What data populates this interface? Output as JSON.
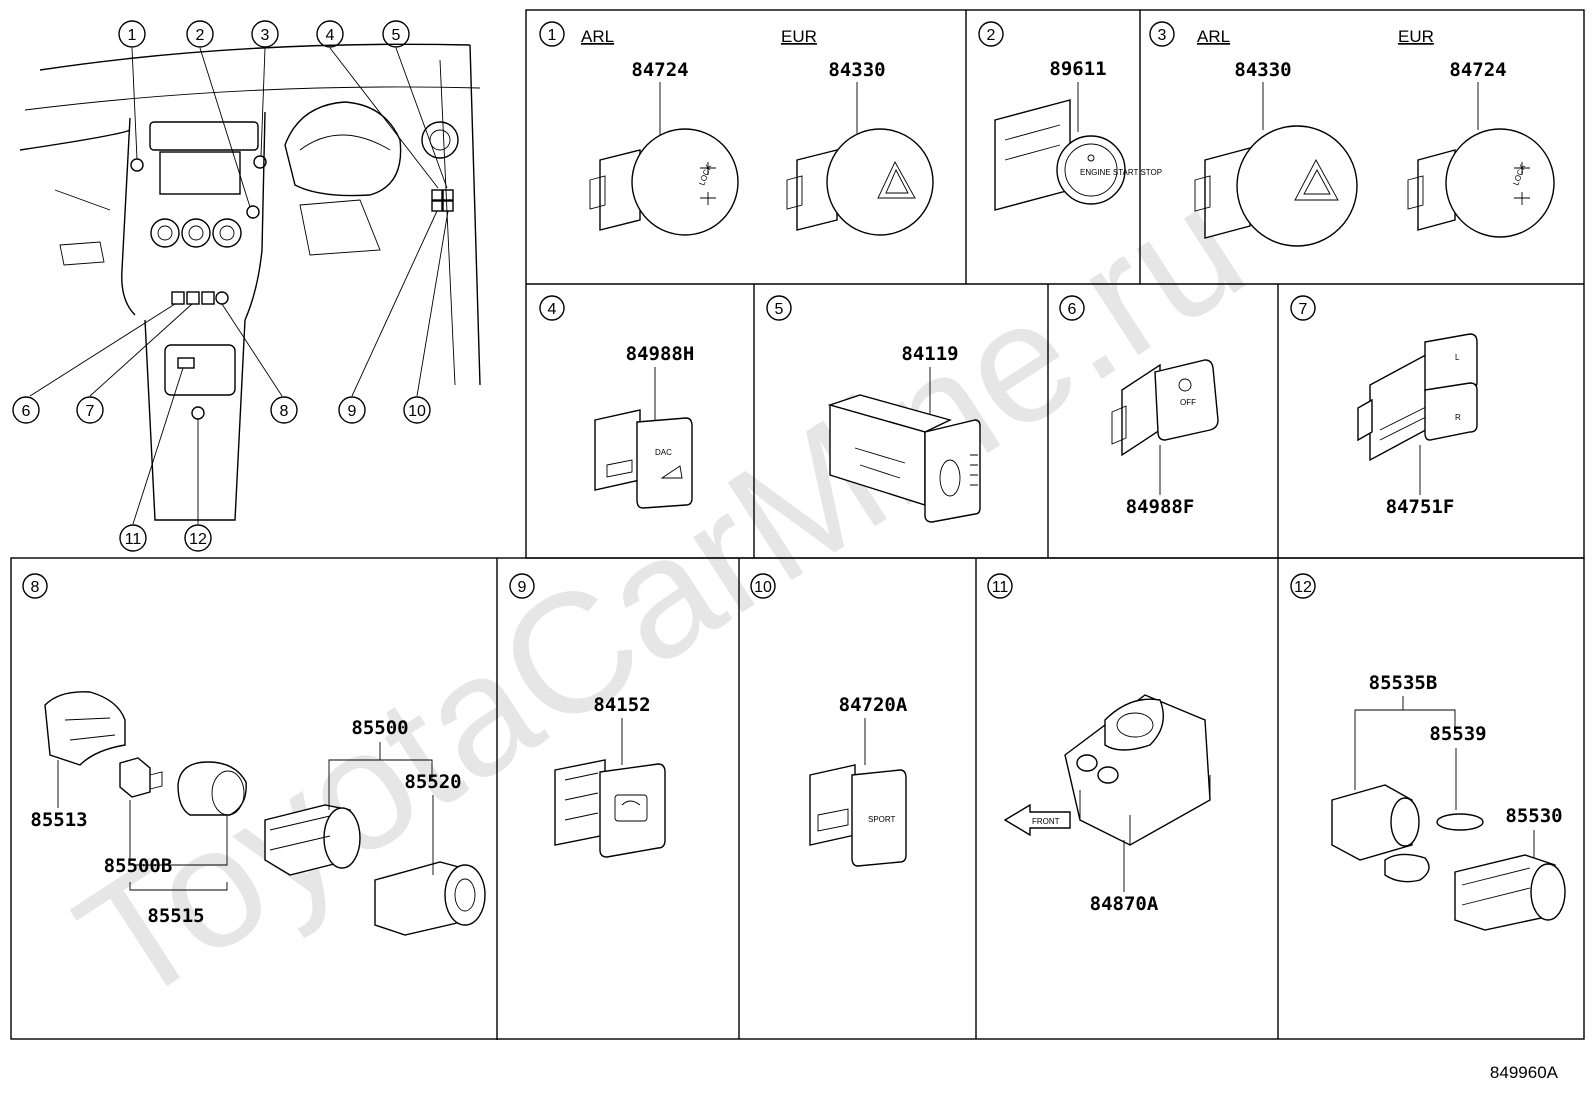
{
  "diagram_code": "849960A",
  "watermark": "ToyotaCarMine.ru",
  "overview": {
    "callouts": [
      "1",
      "2",
      "3",
      "4",
      "5",
      "6",
      "7",
      "8",
      "9",
      "10",
      "11",
      "12"
    ]
  },
  "sections": [
    {
      "num": "1",
      "variants": [
        "ARL",
        "EUR"
      ],
      "parts": [
        {
          "id": "84724",
          "icon": "4wd-lock-switch-icon",
          "variant": "ARL"
        },
        {
          "id": "84330",
          "icon": "hazard-switch-icon",
          "variant": "EUR"
        }
      ]
    },
    {
      "num": "2",
      "parts": [
        {
          "id": "89611",
          "icon": "engine-start-stop-switch-icon",
          "text": "ENGINE START STOP"
        }
      ]
    },
    {
      "num": "3",
      "variants": [
        "ARL",
        "EUR"
      ],
      "parts": [
        {
          "id": "84330",
          "icon": "hazard-switch-icon",
          "variant": "ARL"
        },
        {
          "id": "84724",
          "icon": "4wd-lock-switch-icon",
          "variant": "EUR"
        }
      ]
    },
    {
      "num": "4",
      "parts": [
        {
          "id": "84988H",
          "icon": "dac-switch-icon",
          "text": "DAC"
        }
      ]
    },
    {
      "num": "5",
      "parts": [
        {
          "id": "84119",
          "icon": "headlamp-leveling-dial-icon"
        }
      ]
    },
    {
      "num": "6",
      "parts": [
        {
          "id": "84988F",
          "icon": "vsc-off-switch-icon",
          "text": "OFF"
        }
      ]
    },
    {
      "num": "7",
      "parts": [
        {
          "id": "84751F",
          "icon": "seat-heater-switch-icon",
          "text": [
            "L",
            "R"
          ]
        }
      ]
    },
    {
      "num": "8",
      "parts": [
        {
          "id": "85513",
          "icon": "socket-housing-icon"
        },
        {
          "id": "85500B",
          "icon": "bulb-socket-icon"
        },
        {
          "id": "85515",
          "icon": "socket-ring-icon"
        },
        {
          "id": "85500",
          "icon": "cigarette-lighter-assembly-icon"
        },
        {
          "id": "85520",
          "icon": "lighter-knob-icon"
        }
      ]
    },
    {
      "num": "9",
      "parts": [
        {
          "id": "84152",
          "icon": "mirror-heater-switch-icon"
        }
      ]
    },
    {
      "num": "10",
      "parts": [
        {
          "id": "84720A",
          "icon": "sport-mode-switch-icon",
          "text": "SPORT"
        }
      ]
    },
    {
      "num": "11",
      "parts": [
        {
          "id": "84870A",
          "icon": "mirror-control-switch-icon"
        }
      ],
      "front_label": "FRONT"
    },
    {
      "num": "12",
      "parts": [
        {
          "id": "85535B",
          "icon": "power-outlet-assembly-icon"
        },
        {
          "id": "85539",
          "icon": "outlet-cap-icon"
        },
        {
          "id": "85530",
          "icon": "power-outlet-socket-icon"
        }
      ]
    }
  ]
}
